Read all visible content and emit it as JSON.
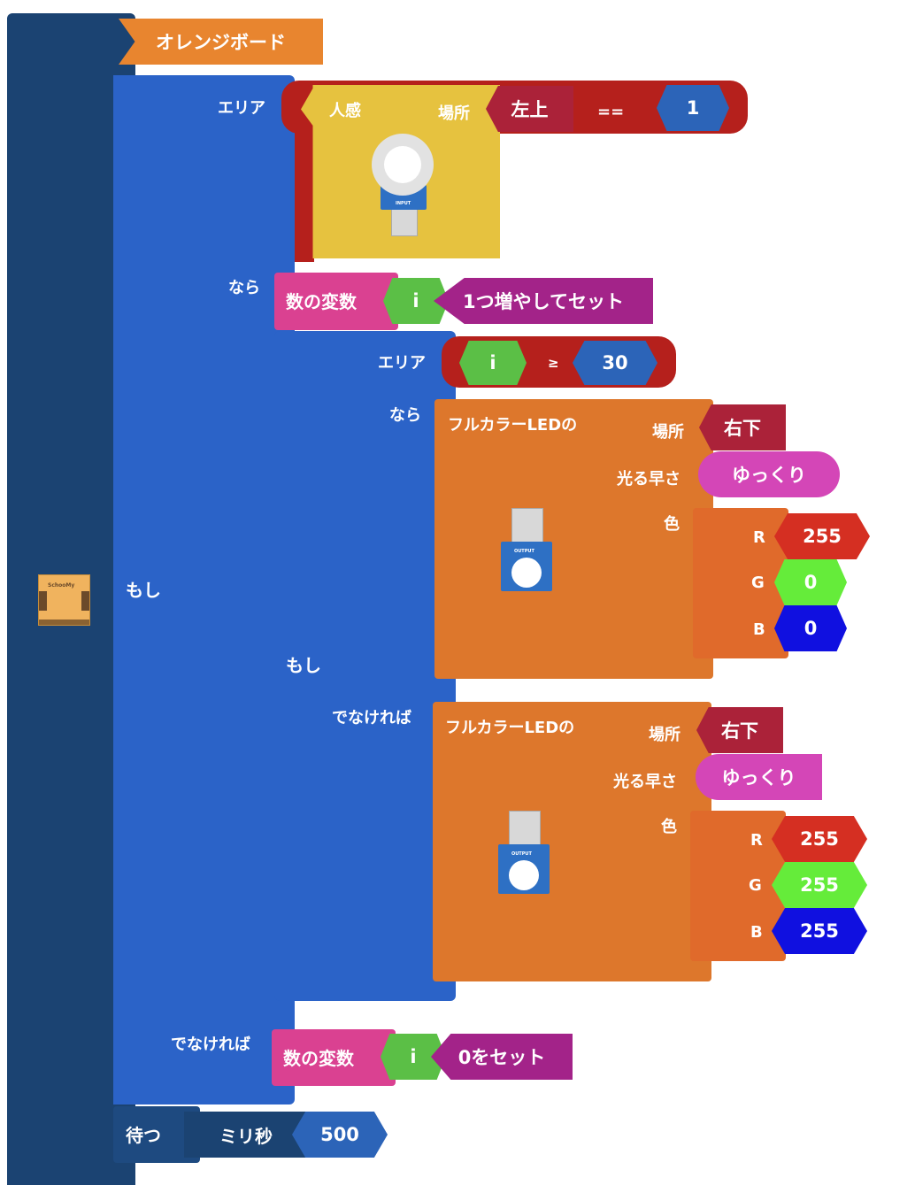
{
  "workspace": {
    "board_label": "オレンジボード",
    "board_icon_text": "SchooMy"
  },
  "if_block": {
    "label_if": "もし",
    "label_area": "エリア",
    "label_then": "なら",
    "label_else": "でなければ",
    "condition": {
      "sensor_name": "人感",
      "location_label": "場所",
      "location_value": "左上",
      "operator": "==",
      "compare_value": "1",
      "module_tag": "INPUT"
    },
    "then_set": {
      "block": "数の変数",
      "var": "i",
      "action": "1つ増やしてセット"
    },
    "else_set": {
      "block": "数の変数",
      "var": "i",
      "action": "0をセット"
    }
  },
  "inner_if": {
    "label_if": "もし",
    "label_area": "エリア",
    "label_then": "なら",
    "label_else": "でなければ",
    "condition": {
      "var": "i",
      "operator": "≥",
      "value": "30"
    }
  },
  "led_blocks": [
    {
      "title": "フルカラーLEDの",
      "location_label": "場所",
      "location_value": "右下",
      "speed_label": "光る早さ",
      "speed_value": "ゆっくり",
      "color_label": "色",
      "module_tag": "OUTPUT",
      "r_label": "R",
      "r_value": "255",
      "g_label": "G",
      "g_value": "0",
      "b_label": "B",
      "b_value": "0"
    },
    {
      "title": "フルカラーLEDの",
      "location_label": "場所",
      "location_value": "右下",
      "speed_label": "光る早さ",
      "speed_value": "ゆっくり",
      "color_label": "色",
      "module_tag": "OUTPUT",
      "r_label": "R",
      "r_value": "255",
      "g_label": "G",
      "g_value": "255",
      "b_label": "B",
      "b_value": "255"
    }
  ],
  "wait_block": {
    "label": "待つ",
    "unit": "ミリ秒",
    "value": "500"
  },
  "colors": {
    "board_frame": "#1b4372",
    "control_blue": "#2b63c8",
    "logic_red": "#b5201c",
    "sensor_yellow": "#e6c23f",
    "led_orange": "#dd772c",
    "variable_pink": "#da4191",
    "variable_green": "#5bbf46",
    "text_purple": "#a32389",
    "value_blue": "#2c64b8",
    "location_red": "#ab2239",
    "speed_magenta": "#d446b7"
  }
}
